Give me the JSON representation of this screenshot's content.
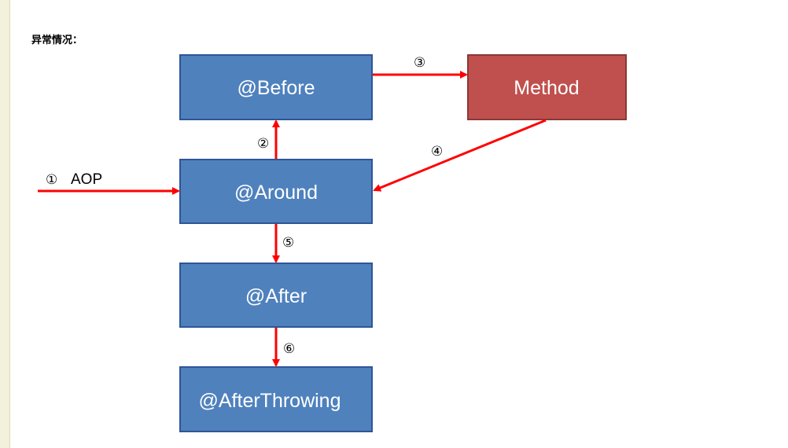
{
  "heading": "异常情况：",
  "boxes": {
    "before": "@Before",
    "method": "Method",
    "around": "@Around",
    "after": "@After",
    "after_throwing": "@AfterThrowing"
  },
  "steps": {
    "s1": "①",
    "s1_label": "AOP",
    "s2": "②",
    "s3": "③",
    "s4": "④",
    "s5": "⑤",
    "s6": "⑥"
  },
  "colors": {
    "box_fill": "#4f81bd",
    "box_border": "#2f5597",
    "method_fill": "#c0504d",
    "method_border": "#8c3836",
    "arrow": "#ff0000"
  }
}
